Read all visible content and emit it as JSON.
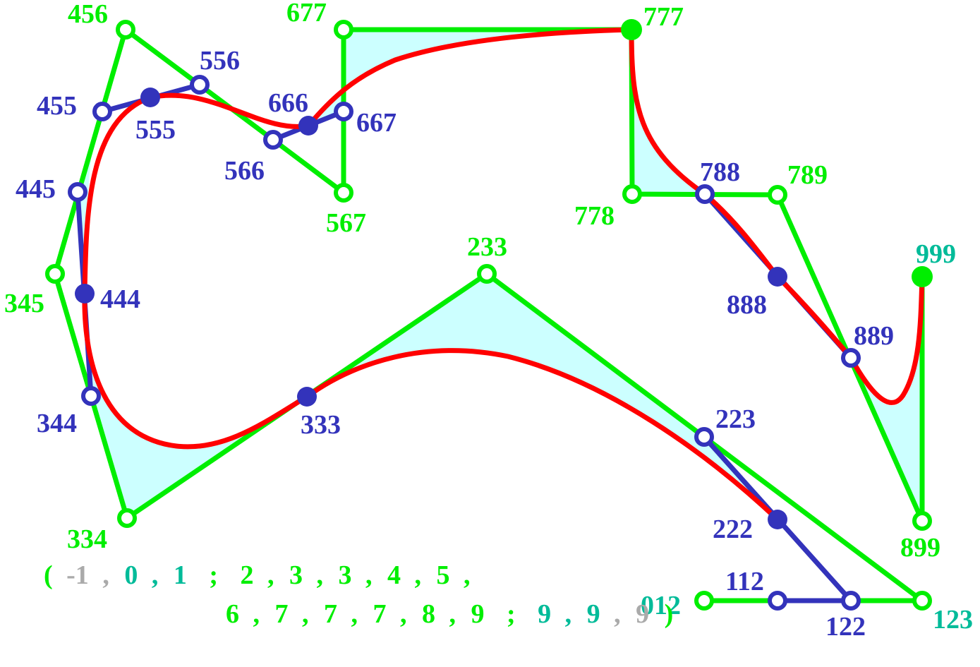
{
  "colors": {
    "green": "#00ee00",
    "teal": "#00bb99",
    "blue": "#3333bb",
    "red": "#ff0000",
    "gray": "#aaaaaa",
    "fill": "#ccffff"
  },
  "labels": {
    "p012": "012",
    "p112": "112",
    "p122": "122",
    "p123": "123",
    "p222": "222",
    "p223": "223",
    "p233": "233",
    "p333": "333",
    "p334": "334",
    "p344": "344",
    "p345": "345",
    "p444": "444",
    "p445": "445",
    "p455": "455",
    "p456": "456",
    "p555": "555",
    "p556": "556",
    "p566": "566",
    "p567": "567",
    "p666": "666",
    "p667": "667",
    "p677": "677",
    "p777": "777",
    "p778": "778",
    "p788": "788",
    "p789": "789",
    "p888": "888",
    "p889": "889",
    "p899": "899",
    "p999": "999"
  },
  "knots": {
    "open": "(",
    "close": ")",
    "sep": ",",
    "semi": ";",
    "line1": [
      "-1",
      "0",
      "1",
      "2",
      "3",
      "3",
      "4",
      "5"
    ],
    "line2": [
      "6",
      "7",
      "7",
      "7",
      "8",
      "9",
      "9",
      "9",
      "9"
    ]
  }
}
